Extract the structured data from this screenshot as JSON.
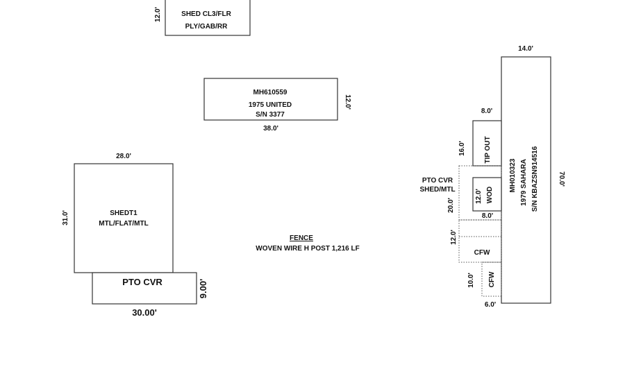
{
  "shed_cl3": {
    "name": "SHED CL3/FLR",
    "detail": "PLY/GAB/RR",
    "depth": "12.0'"
  },
  "mh610559": {
    "id": "MH610559",
    "year_make": "1975 UNITED",
    "serial": "S/N 3377",
    "depth": "12.0'",
    "length": "38.0'"
  },
  "shedt1": {
    "name": "SHEDT1",
    "detail": "MTL/FLAT/MTL",
    "width": "28.0'",
    "depth": "31.0'"
  },
  "pto_cvr_left": {
    "name": "PTO CVR",
    "width": "30.00'",
    "depth": "9.00'"
  },
  "fence": {
    "title": "FENCE",
    "detail": "WOVEN WIRE H POST 1,216 LF"
  },
  "mh010323": {
    "id": "MH010323",
    "year_make": "1979 SAHARA",
    "serial": "S/N KBAZSN914516",
    "width": "14.0'",
    "length": "70.0'"
  },
  "tip_out": {
    "name": "TIP OUT",
    "width": "8.0'",
    "depth": "16.0'"
  },
  "wod": {
    "name": "WOD",
    "depth": "12.0'",
    "width": "8.0'"
  },
  "pto_cvr_right": {
    "name": "PTO CVR",
    "detail": "SHED/MTL",
    "depth": "20.0'"
  },
  "cfw_upper": {
    "name": "CFW",
    "depth": "12.0'"
  },
  "cfw_lower": {
    "name": "CFW",
    "depth": "10.0'",
    "width": "6.0'"
  }
}
